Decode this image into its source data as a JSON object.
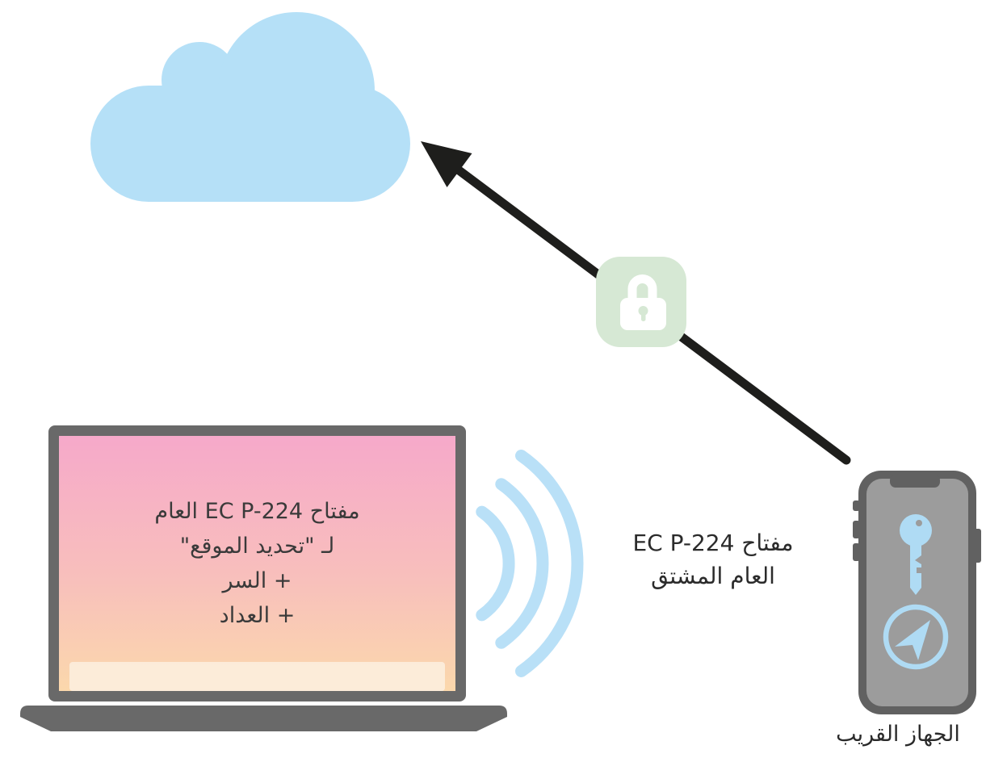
{
  "diagram": {
    "title_semantics": "find-my-style key broadcast diagram",
    "cloud": {
      "icon": "cloud-icon"
    },
    "secure_upload": {
      "arrow_icon": "arrow-to-cloud",
      "lock_icon": "padlock-in-rounded-square"
    },
    "laptop": {
      "screen_lines": [
        "مفتاح EC P-224 العام",
        "لـ \"تحديد الموقع\"",
        "+ السر",
        "+ العداد"
      ]
    },
    "broadcast": {
      "waves_icon": "wifi-waves",
      "label_lines": [
        "مفتاح EC P-224",
        "العام المشتق"
      ]
    },
    "phone": {
      "icons": [
        "key-icon",
        "location-arrow-icon"
      ],
      "label": "الجهاز القريب"
    },
    "colors": {
      "blue": "#B5E0F7",
      "blue_icon": "#AFDBF4",
      "green_lock_bg": "#D6E8D4",
      "lock_glyph": "#FFFFFF",
      "gray_device": "#696969",
      "phone_screen_gray": "#9C9C9C",
      "arrow_black": "#1E1E1C",
      "screen_gradient_top": "#F6A9CA",
      "screen_gradient_bottom": "#FBD8AC",
      "screen_strip": "#FCF0E0",
      "text": "#2B2B2B"
    }
  }
}
